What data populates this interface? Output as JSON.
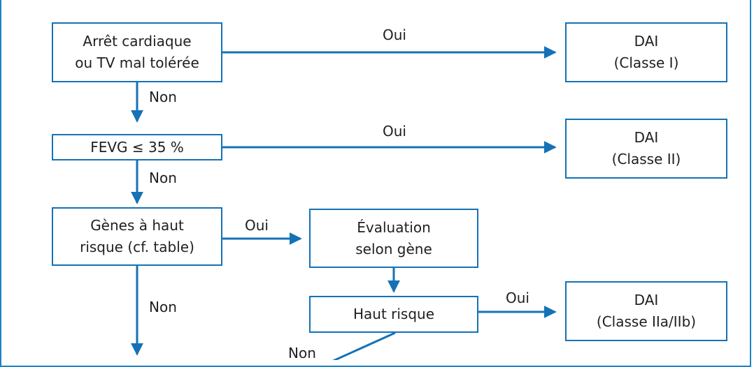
{
  "nodes": {
    "arret": [
      "Arrêt cardiaque",
      "ou TV mal tolérée"
    ],
    "dai1": [
      "DAI",
      "(Classe I)"
    ],
    "fevg": [
      "FEVG ≤ 35 %"
    ],
    "dai2": [
      "DAI",
      "(Classe II)"
    ],
    "genes": [
      "Gènes à haut",
      "risque (cf. table)"
    ],
    "evaluation": [
      "Évaluation",
      "selon gène"
    ],
    "haut_risque": [
      "Haut risque"
    ],
    "dai3": [
      "DAI",
      "(Classe IIa/IIb)"
    ]
  },
  "labels": {
    "oui_1": "Oui",
    "non_1": "Non",
    "oui_2": "Oui",
    "non_2": "Non",
    "oui_3": "Oui",
    "non_3": "Non",
    "oui_4": "Oui",
    "non_4": "Non"
  },
  "colors": {
    "border": "#1572b6",
    "arrow": "#1572b6",
    "frame": "#1a84c4",
    "text": "#1f1f1f"
  }
}
